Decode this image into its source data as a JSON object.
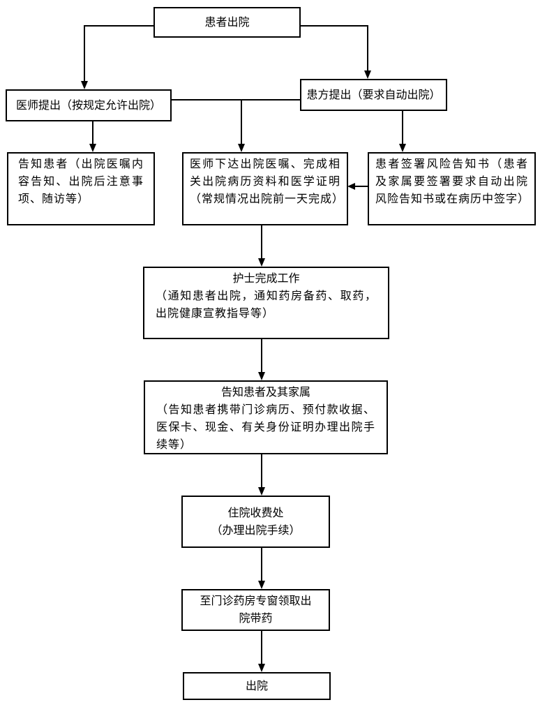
{
  "colors": {
    "line": "#000000",
    "box_border": "#000000",
    "box_fill": "#ffffff",
    "background": "#ffffff",
    "text": "#000000"
  },
  "diagram": {
    "type": "flowchart",
    "language": "zh-CN",
    "subject": "patient-discharge-process",
    "nodes": {
      "start": {
        "label": "患者出院"
      },
      "doctor_initiated": {
        "label": "医师提出（按规定允许出院）"
      },
      "patient_initiated": {
        "label": "患方提出（要求自动出院）"
      },
      "inform_patient": {
        "label": "告知患者（出院医嘱内容告知、出院后注意事项、随访等）"
      },
      "doctor_orders": {
        "label": "医师下达出院医嘱、完成相关出院病历资料和医学证明（常规情况出院前一天完成）"
      },
      "risk_notice": {
        "label": "患者签署风险告知书（患者及家属要签署要求自动出院风险告知书或在病历中签字）"
      },
      "nurse_tasks": {
        "title": "护士完成工作",
        "body": "（通知患者出院，通知药房备药、取药，出院健康宣教指导等）"
      },
      "inform_family": {
        "title": "告知患者及其家属",
        "body": "（告知患者携带门诊病历、预付款收据、医保卡、现金、有关身份证明办理出院手续等）"
      },
      "billing": {
        "title": "住院收费处",
        "body": "（办理出院手续）"
      },
      "pharmacy": {
        "label": "至门诊药房专窗领取出院带药"
      },
      "discharged": {
        "label": "出院"
      }
    },
    "edges": [
      {
        "from": "start",
        "to": "doctor_initiated",
        "arrow": true
      },
      {
        "from": "start",
        "to": "patient_initiated",
        "arrow": true
      },
      {
        "from": "doctor_initiated",
        "to": "inform_patient",
        "arrow": true
      },
      {
        "from": "doctor_initiated",
        "to": "doctor_orders",
        "arrow": true,
        "via": "shared-horizontal-connector"
      },
      {
        "from": "patient_initiated",
        "to": "doctor_orders",
        "arrow": true,
        "via": "shared-horizontal-connector"
      },
      {
        "from": "patient_initiated",
        "to": "risk_notice",
        "arrow": true
      },
      {
        "from": "risk_notice",
        "to": "doctor_orders",
        "arrow": true,
        "direction": "left"
      },
      {
        "from": "doctor_orders",
        "to": "nurse_tasks",
        "arrow": true
      },
      {
        "from": "nurse_tasks",
        "to": "inform_family",
        "arrow": true
      },
      {
        "from": "inform_family",
        "to": "billing",
        "arrow": true
      },
      {
        "from": "billing",
        "to": "pharmacy",
        "arrow": true
      },
      {
        "from": "pharmacy",
        "to": "discharged",
        "arrow": true
      }
    ]
  }
}
